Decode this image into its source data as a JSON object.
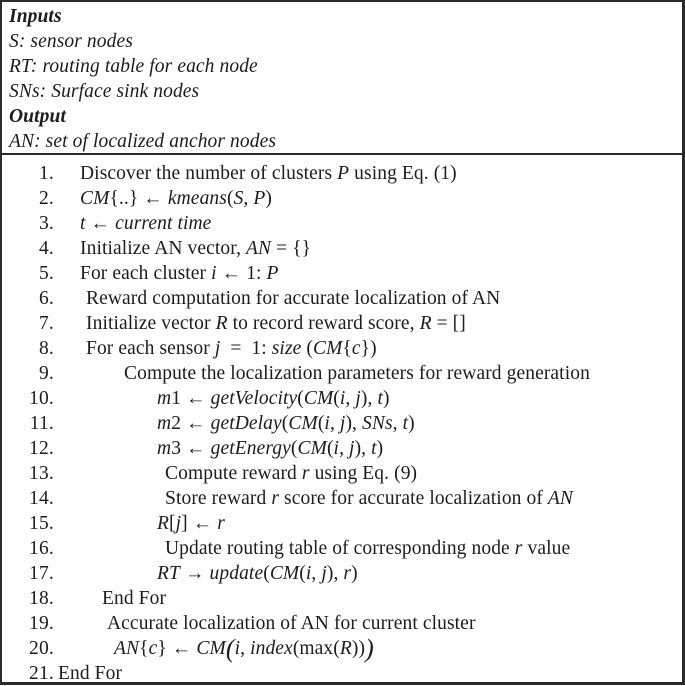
{
  "document": {
    "kind": "algorithm-pseudocode-box",
    "text_color": "#1c1c1c",
    "background_color": "#ffffff",
    "border_color": "#2b2b2b"
  },
  "header": {
    "lines": [
      {
        "label": "Inputs",
        "bold": true
      },
      {
        "label": "S: sensor nodes",
        "bold": false
      },
      {
        "label": "RT: routing table for each node",
        "bold": false
      },
      {
        "label": "SNs: Surface sink nodes",
        "bold": false
      },
      {
        "label": "Output",
        "bold": true
      },
      {
        "label": "AN: set of localized anchor nodes",
        "bold": false
      }
    ]
  },
  "steps": [
    {
      "n": "1.",
      "text": "Discover the number of clusters P using Eq. (1)"
    },
    {
      "n": "2.",
      "text": "CM{..} ← kmeans(S, P)"
    },
    {
      "n": "3.",
      "text": "t ← current time"
    },
    {
      "n": "4.",
      "text": "Initialize AN vector, AN = {}"
    },
    {
      "n": "5.",
      "text": "For each cluster i ← 1: P"
    },
    {
      "n": "6.",
      "text": "Reward computation for accurate localization of AN"
    },
    {
      "n": "7.",
      "text": "Initialize vector R to record reward score, R = []"
    },
    {
      "n": "8.",
      "text": "For each sensor j  =  1: size (CM{c})"
    },
    {
      "n": "9.",
      "text": "Compute the localization parameters for reward generation"
    },
    {
      "n": "10.",
      "text": "m1 ← getVelocity(CM(i, j), t)"
    },
    {
      "n": "11.",
      "text": "m2 ← getDelay(CM(i, j), SNs, t)"
    },
    {
      "n": "12.",
      "text": "m3 ← getEnergy(CM(i, j), t)"
    },
    {
      "n": "13.",
      "text": "Compute reward r using Eq. (9)"
    },
    {
      "n": "14.",
      "text": "Store reward r score for accurate localization of AN"
    },
    {
      "n": "15.",
      "text": "R[j] ← r"
    },
    {
      "n": "16.",
      "text": "Update routing table of corresponding node r value"
    },
    {
      "n": "17.",
      "text": "RT → update(CM(i, j), r)"
    },
    {
      "n": "18.",
      "text": "End For"
    },
    {
      "n": "19.",
      "text": "Accurate localization of AN for current cluster"
    },
    {
      "n": "20.",
      "text": "AN{c} ← CM(i, index(max(R)))"
    },
    {
      "n": "21.",
      "text": "End For"
    }
  ]
}
